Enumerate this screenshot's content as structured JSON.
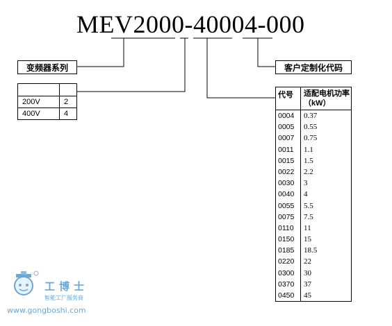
{
  "model_code": "MEV2000-40004-000",
  "series_label": "变频器系列",
  "custom_label": "客户定制化代码",
  "voltage_table": {
    "header": [
      "",
      ""
    ],
    "rows": [
      {
        "voltage": "200V",
        "code": "2"
      },
      {
        "voltage": "400V",
        "code": "4"
      }
    ]
  },
  "power_table": {
    "header_code": "代号",
    "header_power": "适配电机功率（kW）",
    "rows": [
      {
        "code": "0004",
        "power": "0.37"
      },
      {
        "code": "0005",
        "power": "0.55"
      },
      {
        "code": "0007",
        "power": "0.75"
      },
      {
        "code": "0011",
        "power": "1.1"
      },
      {
        "code": "0015",
        "power": "1.5"
      },
      {
        "code": "0022",
        "power": "2.2"
      },
      {
        "code": "0030",
        "power": "3"
      },
      {
        "code": "0040",
        "power": "4"
      },
      {
        "code": "0055",
        "power": "5.5"
      },
      {
        "code": "0075",
        "power": "7.5"
      },
      {
        "code": "0110",
        "power": "11"
      },
      {
        "code": "0150",
        "power": "15"
      },
      {
        "code": "0185",
        "power": "18.5"
      },
      {
        "code": "0220",
        "power": "22"
      },
      {
        "code": "0300",
        "power": "30"
      },
      {
        "code": "0370",
        "power": "37"
      },
      {
        "code": "0450",
        "power": "45"
      }
    ]
  },
  "watermark": {
    "brand": "工博士",
    "tagline": "智能工厂服务商",
    "url": "www.gongboshi.com",
    "color": "#6aa8d8"
  }
}
